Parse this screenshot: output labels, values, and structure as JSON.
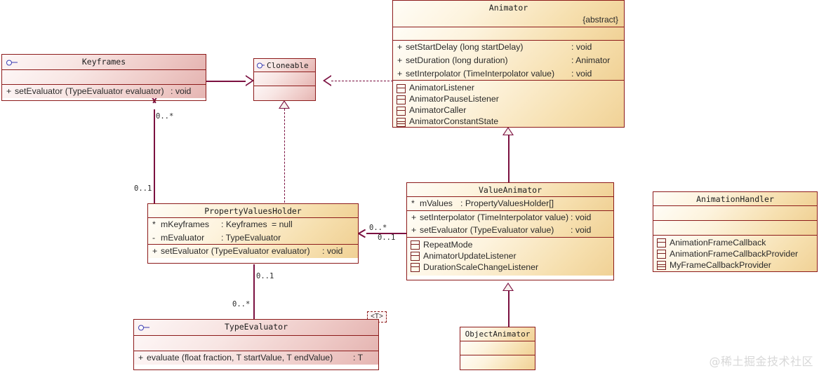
{
  "diagram": {
    "type": "uml-class-diagram",
    "title": "Android Animator class hierarchy",
    "watermark": "@稀土掘金技术社区",
    "colors": {
      "border": "#8c1a1a",
      "connector": "#7b1040",
      "class_fill": "#f6dfae",
      "interface_fill": "#eec9c6"
    }
  },
  "classes": {
    "animator": {
      "name": "Animator",
      "stereotype": "{abstract}",
      "kind": "class",
      "attributes": [],
      "methods": [
        {
          "vis": "+",
          "sig": "setStartDelay (long startDelay)",
          "type": ": void"
        },
        {
          "vis": "+",
          "sig": "setDuration (long duration)",
          "type": ": Animator"
        },
        {
          "vis": "+",
          "sig": "setInterpolator (TimeInterpolator value)",
          "type": ": void"
        }
      ],
      "nested": [
        {
          "name": "AnimatorListener",
          "kind": "interface"
        },
        {
          "name": "AnimatorPauseListener",
          "kind": "interface"
        },
        {
          "name": "AnimatorCaller",
          "kind": "interface"
        },
        {
          "name": "AnimatorConstantState",
          "kind": "class"
        }
      ]
    },
    "value_animator": {
      "name": "ValueAnimator",
      "kind": "class",
      "attributes": [
        {
          "vis": "*",
          "name": "mValues",
          "type": ": PropertyValuesHolder[]"
        }
      ],
      "methods": [
        {
          "vis": "+",
          "sig": "setInterpolator (TimeInterpolator value)",
          "type": ": void"
        },
        {
          "vis": "+",
          "sig": "setEvaluator (TypeEvaluator  value)",
          "type": ": void"
        }
      ],
      "nested": [
        {
          "name": "RepeatMode",
          "kind": "interface"
        },
        {
          "name": "AnimatorUpdateListener",
          "kind": "interface"
        },
        {
          "name": "DurationScaleChangeListener",
          "kind": "interface"
        }
      ]
    },
    "object_animator": {
      "name": "ObjectAnimator",
      "kind": "class",
      "attributes": [],
      "methods": [],
      "nested": []
    },
    "animation_handler": {
      "name": "AnimationHandler",
      "kind": "class",
      "attributes": [],
      "methods": [],
      "nested": [
        {
          "name": "AnimationFrameCallback",
          "kind": "interface"
        },
        {
          "name": "AnimationFrameCallbackProvider",
          "kind": "interface"
        },
        {
          "name": "MyFrameCallbackProvider",
          "kind": "class"
        }
      ]
    },
    "property_values_holder": {
      "name": "PropertyValuesHolder",
      "kind": "class",
      "attributes": [
        {
          "vis": "*",
          "name": "mKeyframes",
          "type": ": Keyframes",
          "default": "= null"
        },
        {
          "vis": "-",
          "name": "mEvaluator",
          "type": ": TypeEvaluator",
          "default": ""
        }
      ],
      "methods": [
        {
          "vis": "+",
          "sig": "setEvaluator (TypeEvaluator evaluator)",
          "type": ": void"
        }
      ],
      "nested": []
    },
    "keyframes": {
      "name": "Keyframes",
      "kind": "interface",
      "attributes": [],
      "methods": [
        {
          "vis": "+",
          "sig": "setEvaluator (TypeEvaluator evaluator)",
          "type": ": void"
        }
      ],
      "nested": []
    },
    "cloneable": {
      "name": "Cloneable",
      "kind": "interface",
      "attributes": [],
      "methods": [],
      "nested": []
    },
    "type_evaluator": {
      "name": "TypeEvaluator",
      "kind": "interface",
      "generic": "<T>",
      "attributes": [],
      "methods": [
        {
          "vis": "+",
          "sig": "evaluate (float fraction, T startValue, T endValue)",
          "type": ": T"
        }
      ],
      "nested": []
    }
  },
  "relations": [
    {
      "id": "keyframes-cloneable",
      "from": "Keyframes",
      "to": "Cloneable",
      "kind": "generalization"
    },
    {
      "id": "animator-cloneable",
      "from": "Animator",
      "to": "Cloneable",
      "kind": "realization"
    },
    {
      "id": "pvh-cloneable",
      "from": "PropertyValuesHolder",
      "to": "Cloneable",
      "kind": "realization"
    },
    {
      "id": "valueanimator-animator",
      "from": "ValueAnimator",
      "to": "Animator",
      "kind": "generalization"
    },
    {
      "id": "objectanimator-valueanimator",
      "from": "ObjectAnimator",
      "to": "ValueAnimator",
      "kind": "generalization"
    },
    {
      "id": "pvh-keyframes",
      "from": "PropertyValuesHolder",
      "to": "Keyframes",
      "kind": "association",
      "source_mult": "0..1",
      "target_mult": "0..*"
    },
    {
      "id": "valueanimator-pvh",
      "from": "ValueAnimator",
      "to": "PropertyValuesHolder",
      "kind": "association",
      "source_mult": "0..1",
      "target_mult": "0..*"
    },
    {
      "id": "pvh-typeevaluator",
      "from": "PropertyValuesHolder",
      "to": "TypeEvaluator",
      "kind": "association",
      "source_mult": "0..1",
      "target_mult": "0..*"
    }
  ],
  "multiplicity_labels": {
    "pvh_keyframes_top": "0..*",
    "pvh_keyframes_bottom": "0..1",
    "va_pvh_top": "0..*",
    "va_pvh_bottom": "0..1",
    "pvh_te_top": "0..1",
    "pvh_te_bottom": "0..*"
  }
}
